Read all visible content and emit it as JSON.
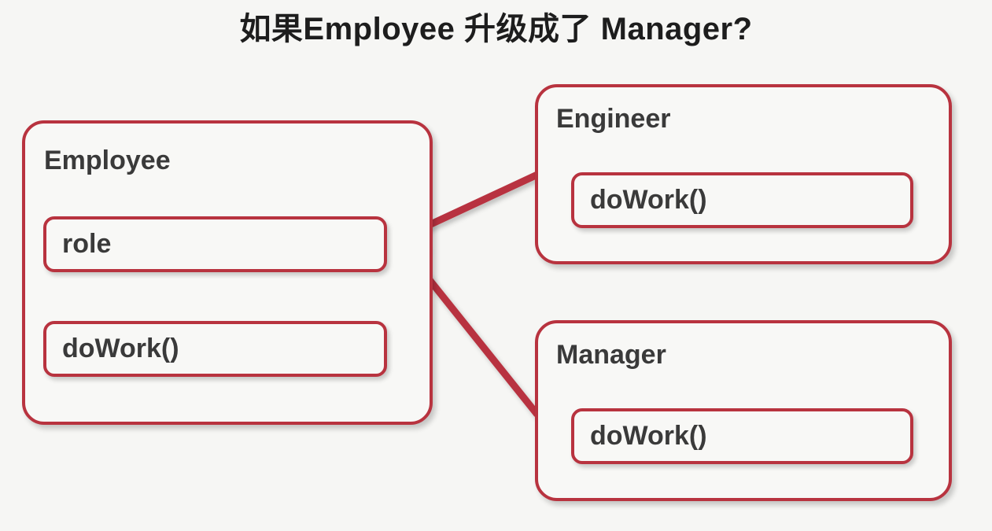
{
  "page": {
    "title": "如果Employee 升级成了 Manager?",
    "background_color": "#f6f6f4",
    "accent_color": "#b8333f",
    "text_color": "#3a3a3a",
    "title_color": "#1d1d1d"
  },
  "diagram": {
    "type": "uml-class-inheritance",
    "classes": [
      {
        "id": "employee",
        "name": "Employee",
        "members": [
          {
            "kind": "attribute",
            "label": "role"
          },
          {
            "kind": "method",
            "label": "doWork()"
          }
        ]
      },
      {
        "id": "engineer",
        "name": "Engineer",
        "members": [
          {
            "kind": "method",
            "label": "doWork()"
          }
        ]
      },
      {
        "id": "manager",
        "name": "Manager",
        "members": [
          {
            "kind": "method",
            "label": "doWork()"
          }
        ]
      }
    ],
    "relations": [
      {
        "from": "engineer",
        "to": "employee",
        "style": "arrow",
        "color": "#b8333f"
      },
      {
        "from": "manager",
        "to": "employee",
        "style": "arrow",
        "color": "#b8333f"
      }
    ]
  }
}
